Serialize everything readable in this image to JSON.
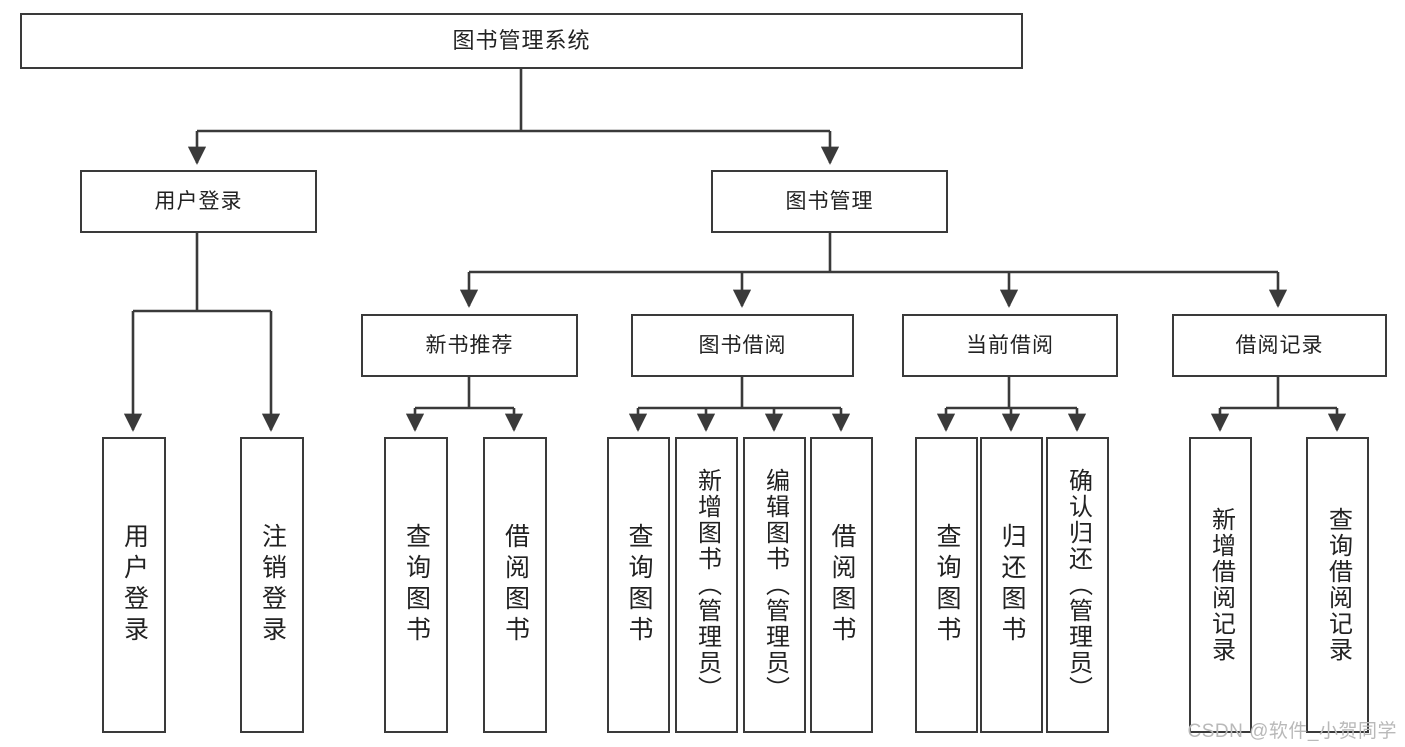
{
  "diagram": {
    "type": "tree",
    "title": "图书管理系统",
    "root": {
      "label": "图书管理系统"
    },
    "level1": [
      {
        "label": "用户登录"
      },
      {
        "label": "图书管理"
      }
    ],
    "level2": [
      {
        "label": "新书推荐"
      },
      {
        "label": "图书借阅"
      },
      {
        "label": "当前借阅"
      },
      {
        "label": "借阅记录"
      }
    ],
    "leaves": {
      "user_login": [
        {
          "label": "用户登录"
        },
        {
          "label": "注销登录"
        }
      ],
      "new_book_recommend": [
        {
          "label": "查询图书"
        },
        {
          "label": "借阅图书"
        }
      ],
      "book_borrow": [
        {
          "label": "查询图书"
        },
        {
          "label": "新增图书（管理员）"
        },
        {
          "label": "编辑图书（管理员）"
        },
        {
          "label": "借阅图书"
        }
      ],
      "current_borrow": [
        {
          "label": "查询图书"
        },
        {
          "label": "归还图书"
        },
        {
          "label": "确认归还（管理员）"
        }
      ],
      "borrow_record": [
        {
          "label": "新增借阅记录"
        },
        {
          "label": "查询借阅记录"
        }
      ]
    }
  },
  "watermark": {
    "text": "CSDN @软件_小贺同学"
  },
  "colors": {
    "border": "#3a3a3a",
    "background": "#ffffff",
    "text": "#222222",
    "watermark": "#b9b9b9"
  }
}
